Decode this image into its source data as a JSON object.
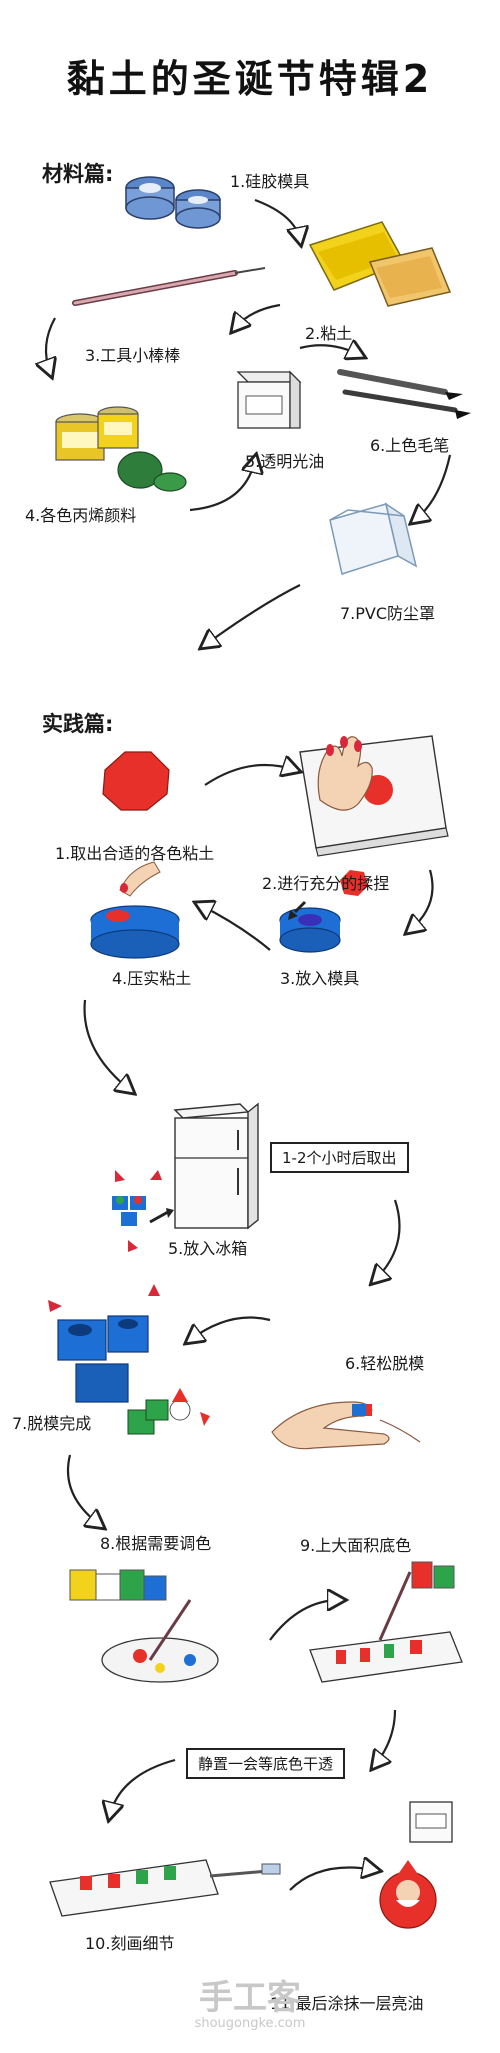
{
  "title": "黏土的圣诞节特辑2",
  "materials": {
    "heading": "材料篇:",
    "items": [
      "1.硅胶模具",
      "2.粘土",
      "3.工具小棒棒",
      "4.各色丙烯颜料",
      "5.透明光油",
      "6.上色毛笔",
      "7.PVC防尘罩"
    ]
  },
  "practice": {
    "heading": "实践篇:",
    "steps": [
      "1.取出合适的各色粘土",
      "2.进行充分的揉捏",
      "3.放入模具",
      "4.压实粘土",
      "5.放入冰箱",
      "6.轻松脱模",
      "7.脱模完成",
      "8.根据需要调色",
      "9.上大面积底色",
      "10.刻画细节",
      "11.最后涂抹一层亮油"
    ],
    "note_fridge": "1-2个小时后取出",
    "note_dry": "静置一会等底色干透"
  },
  "watermark": {
    "cn": "手工客",
    "url": "shougongke.com"
  },
  "colors": {
    "clay_red": "#e8302a",
    "mold_blue": "#1d6fd6",
    "clay_yellow": "#f2d21a",
    "green": "#2ea44a",
    "nail_red": "#d8283a",
    "skin": "#f3d3b4"
  }
}
